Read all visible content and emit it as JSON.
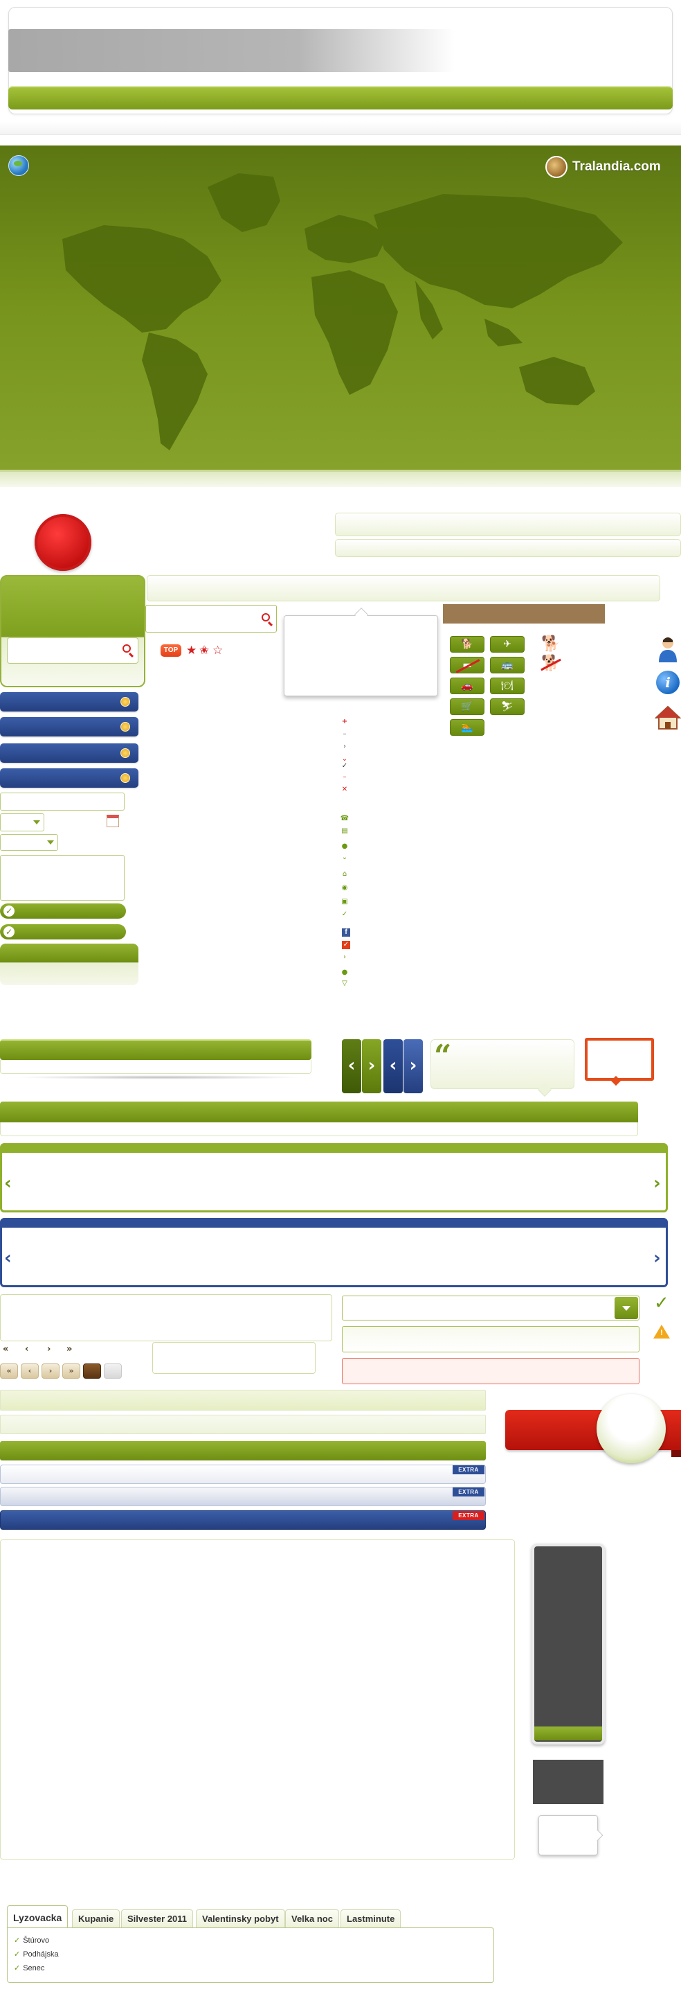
{
  "brand": {
    "name": "Tralandia.com"
  },
  "badges": {
    "top": "TOP",
    "extra": "EXTRA"
  },
  "tabs": [
    {
      "label": "Lyzovacka",
      "active": true
    },
    {
      "label": "Kupanie",
      "active": false
    },
    {
      "label": "Silvester 2011",
      "active": false
    },
    {
      "label": "Valentinsky pobyt",
      "active": false
    },
    {
      "label": "Velka noc",
      "active": false
    },
    {
      "label": "Lastminute",
      "active": false
    }
  ],
  "tab_list": [
    "Štúrovo",
    "Podhájska",
    "Senec"
  ],
  "icons": {
    "globe": "globe-icon",
    "search": "search-icon",
    "star": "star-icon",
    "calendar": "calendar-icon",
    "check": "check-icon",
    "warning": "warning-icon",
    "person": "person-icon",
    "info": "info-icon",
    "house": "house-icon",
    "quote": "quote-icon",
    "dog": "dog-icon",
    "plane": "plane-icon",
    "bus": "bus-icon",
    "car": "car-icon",
    "dining": "dining-icon",
    "cart": "cart-icon",
    "swim": "swimming-icon",
    "ski": "ski-icon"
  },
  "colors": {
    "accent_green": "#7a9b1a",
    "accent_blue": "#243f80",
    "accent_red": "#c30f0f",
    "accent_orange": "#e44c1a",
    "accent_brown": "#9b7a52"
  }
}
